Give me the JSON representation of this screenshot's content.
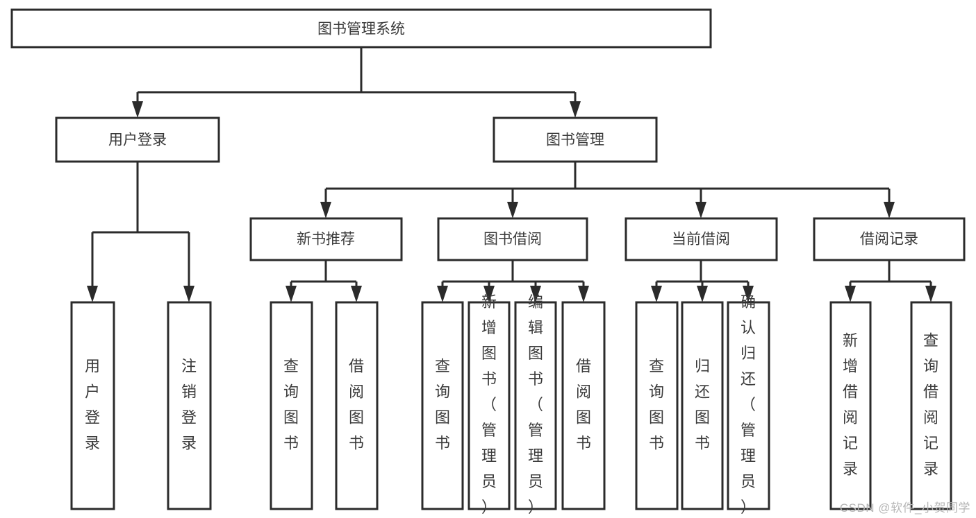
{
  "diagram": {
    "title": "图书管理系统",
    "type": "tree",
    "root": {
      "label": "图书管理系统"
    },
    "level2": [
      {
        "label": "用户登录"
      },
      {
        "label": "图书管理"
      }
    ],
    "level3": [
      {
        "label": "新书推荐"
      },
      {
        "label": "图书借阅"
      },
      {
        "label": "当前借阅"
      },
      {
        "label": "借阅记录"
      }
    ],
    "leaves": {
      "user_login": [
        "用户登录",
        "注销登录"
      ],
      "new_book_recommend": [
        "查询图书",
        "借阅图书"
      ],
      "book_borrow": [
        "查询图书",
        "新增图书（管理员）",
        "编辑图书（管理员）",
        "借阅图书"
      ],
      "current_borrow": [
        "查询图书",
        "归还图书",
        "确认归还（管理员）"
      ],
      "borrow_record": [
        "新增借阅记录",
        "查询借阅记录"
      ]
    },
    "colors": {
      "box_fill": "#ffffff",
      "box_stroke": "#2b2b2b",
      "text": "#3a3a3a",
      "connector": "#2b2b2b",
      "watermark": "#b6b6b6",
      "background": "#ffffff"
    }
  },
  "watermark": {
    "text": "CSDN @软件_小贺同学"
  }
}
